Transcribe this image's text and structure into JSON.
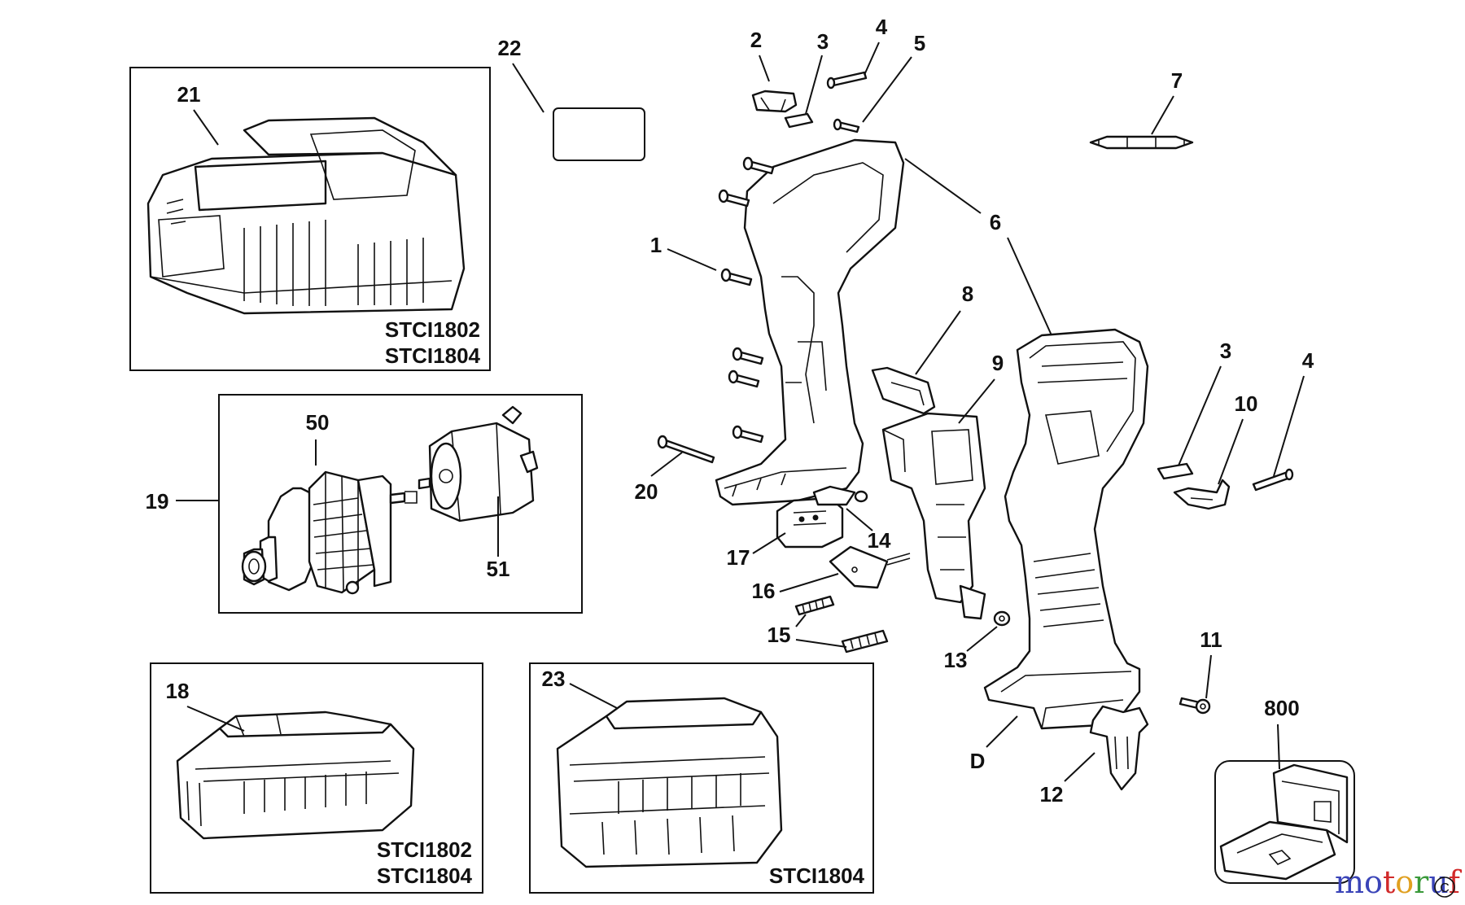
{
  "callouts": {
    "c1": "1",
    "c2": "2",
    "c3a": "3",
    "c3b": "3",
    "c4a": "4",
    "c4b": "4",
    "c5": "5",
    "c6": "6",
    "c7": "7",
    "c8": "8",
    "c9": "9",
    "c10": "10",
    "c11": "11",
    "c12": "12",
    "c13": "13",
    "c14": "14",
    "c15": "15",
    "c16": "16",
    "c17": "17",
    "c18": "18",
    "c19": "19",
    "c20": "20",
    "c21": "21",
    "c22": "22",
    "c23": "23",
    "c50": "50",
    "c51": "51",
    "c800": "800",
    "cD": "D"
  },
  "boxes": {
    "charger_models": [
      "STCI1802",
      "STCI1804"
    ],
    "battery_small_models": [
      "STCI1802",
      "STCI1804"
    ],
    "battery_large_models": [
      "STCI1804"
    ]
  },
  "watermark": {
    "letters": [
      "m",
      "o",
      "t",
      "o",
      "r",
      "u",
      "f"
    ],
    "colors": [
      "#3a44b8",
      "#3a44b8",
      "#d12a2a",
      "#e0a020",
      "#3a9a3a",
      "#3a44b8",
      "#d12a2a"
    ],
    "suffix": "C"
  }
}
